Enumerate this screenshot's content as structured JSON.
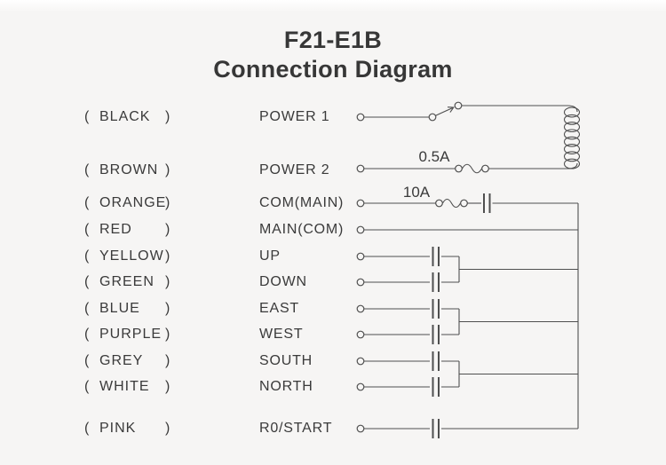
{
  "title": {
    "line1": "F21-E1B",
    "line2": "Connection Diagram"
  },
  "punct": {
    "open": "(",
    "close": ")"
  },
  "rows": [
    {
      "color": "BLACK",
      "label": "POWER 1"
    },
    {
      "color": "BROWN",
      "label": "POWER 2"
    },
    {
      "color": "ORANGE",
      "label": "COM(MAIN)"
    },
    {
      "color": "RED",
      "label": "MAIN(COM)"
    },
    {
      "color": "YELLOW",
      "label": "UP"
    },
    {
      "color": "GREEN",
      "label": "DOWN"
    },
    {
      "color": "BLUE",
      "label": "EAST"
    },
    {
      "color": "PURPLE",
      "label": "WEST"
    },
    {
      "color": "GREY",
      "label": "SOUTH"
    },
    {
      "color": "WHITE",
      "label": "NORTH"
    },
    {
      "color": "PINK",
      "label": "R0/START"
    }
  ],
  "annotations": {
    "power2_fuse_rating": "0.5A",
    "com_fuse_rating": "10A"
  },
  "colors": {
    "background": "#f6f5f4",
    "line": "#4f4f4f",
    "text": "#3a3a3a"
  }
}
